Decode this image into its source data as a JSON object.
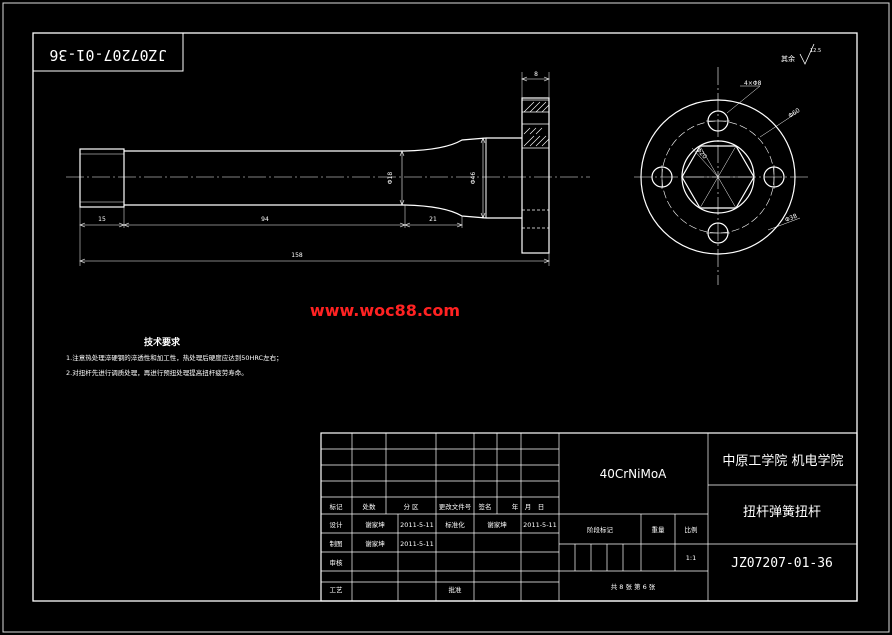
{
  "drawing_number_stamp": "JZ07207-01-36",
  "surface_finish_label": "其余",
  "surface_finish_value": "12.5",
  "dimensions": {
    "d_15": "15",
    "d_94": "94",
    "d_21": "21",
    "d_158": "158",
    "d_8": "8",
    "d_phi18": "Φ18",
    "d_phi46": "Φ46",
    "d_holes": "4×Φ8",
    "d_phi60": "Φ60",
    "d_phi20": "Φ20",
    "d_phi38": "Φ38"
  },
  "watermark": "www.woc88.com",
  "tech_req": {
    "title": "技术要求",
    "line1": "1.注意热处理淬硬钢的淬透性和加工性，热处理后硬度应达到50HRC左右；",
    "line2": "2.对扭杆先进行调质处理，再进行预扭处理提高扭杆疲劳寿命。"
  },
  "title_block": {
    "material": "40CrNiMoA",
    "school": "中原工学院 机电学院",
    "part_name": "扭杆弹簧扭杆",
    "drawing_no": "JZ07207-01-36",
    "h_mark": "标记",
    "h_count": "处数",
    "h_zone": "分 区",
    "h_change_doc": "更改文件号",
    "h_sign": "签名",
    "h_date": "年　月　日",
    "r_design": "设计",
    "designer": "谢家坤",
    "design_date": "2011-5-11",
    "r_standard": "标准化",
    "standard_by": "谢家坤",
    "standard_date": "2011-5-11",
    "r_draw": "制图",
    "drawer": "谢家坤",
    "draw_date": "2011-5-11",
    "r_review": "审核",
    "r_process": "工艺",
    "r_approve": "批准",
    "stage_mark": "阶段标记",
    "weight": "重量",
    "scale": "比例",
    "scale_value": "1:1",
    "sheets": "共  8  张  第  6  张"
  }
}
